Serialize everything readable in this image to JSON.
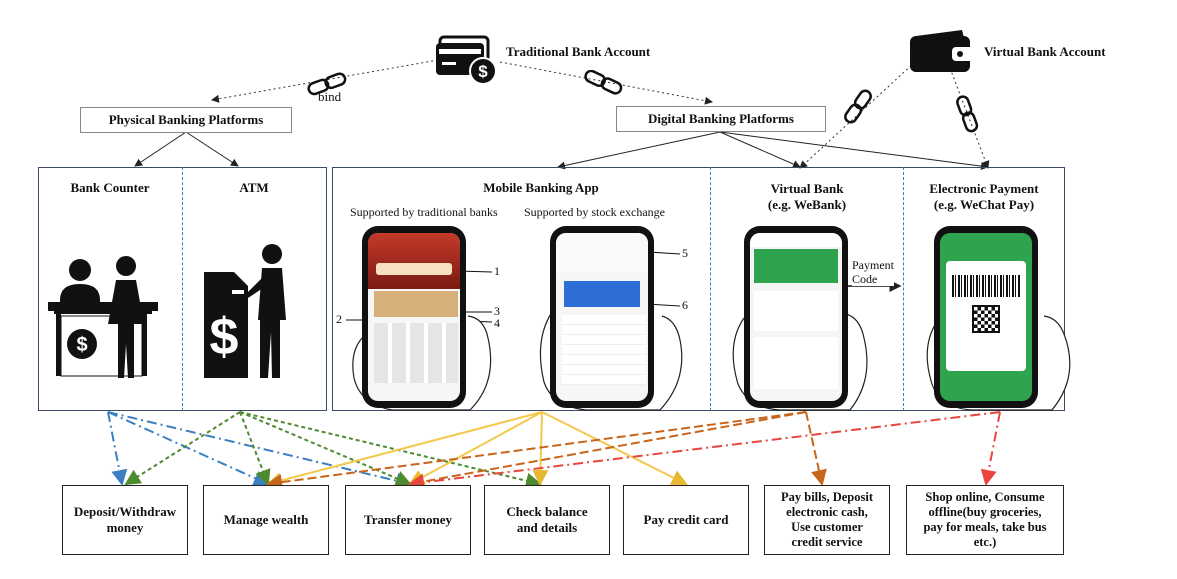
{
  "accounts": {
    "traditional": "Traditional Bank Account",
    "virtual": "Virtual Bank Account"
  },
  "bind_label": "bind",
  "platforms": {
    "physical": "Physical Banking Platforms",
    "digital": "Digital Banking Platforms"
  },
  "channels": {
    "bank_counter": "Bank Counter",
    "atm": "ATM",
    "mobile_app": "Mobile Banking App",
    "mobile_sub_traditional": "Supported by traditional banks",
    "mobile_sub_stock": "Supported by stock exchange",
    "virtual_bank": "Virtual Bank\n(e.g. WeBank)",
    "electronic_payment": "Electronic Payment\n(e.g. WeChat Pay)"
  },
  "payment_code_label": "Payment\nCode",
  "phone_callouts": [
    "1",
    "2",
    "3",
    "4",
    "5",
    "6"
  ],
  "services": [
    "Deposit/Withdraw\nmoney",
    "Manage wealth",
    "Transfer money",
    "Check balance\nand details",
    "Pay credit card",
    "Pay bills, Deposit\nelectronic cash,\nUse customer\ncredit service",
    "Shop online, Consume\noffline(buy groceries,\npay for meals, take bus\netc.)"
  ],
  "colors": {
    "physical_counter_arrows": "#3a7fc1",
    "physical_atm_arrows": "#4e8a2e",
    "mobile_app_arrows": "#f2c94c",
    "virtual_bank_arrows": "#c8651b",
    "electronic_payment_arrows": "#e8453c",
    "panel_border": "#3b4a66",
    "wechat_green": "#2ea44f"
  },
  "icons": {
    "traditional_account": "bank-card-dollar-icon",
    "virtual_account": "wallet-icon",
    "bind": "chain-link-icon",
    "bank_counter": "bank-teller-icon",
    "atm": "atm-user-icon"
  }
}
